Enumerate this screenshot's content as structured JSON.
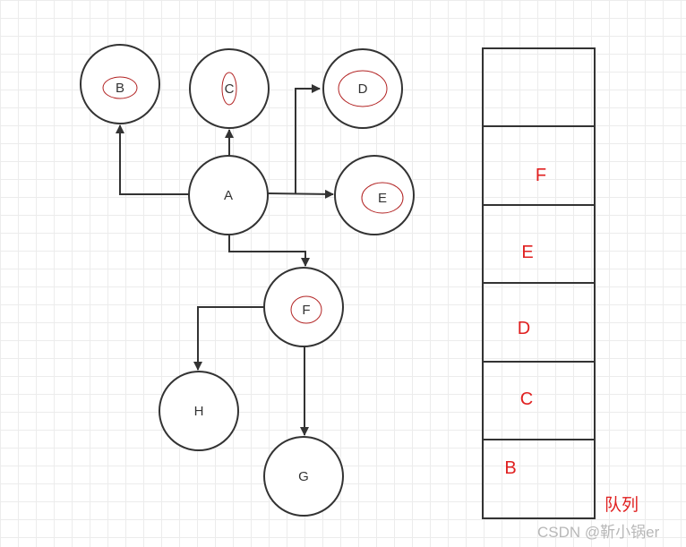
{
  "tree": {
    "nodes": [
      {
        "id": "A",
        "label": "A",
        "visited": false
      },
      {
        "id": "B",
        "label": "B",
        "visited": true
      },
      {
        "id": "C",
        "label": "C",
        "visited": true
      },
      {
        "id": "D",
        "label": "D",
        "visited": true
      },
      {
        "id": "E",
        "label": "E",
        "visited": true
      },
      {
        "id": "F",
        "label": "F",
        "visited": true
      },
      {
        "id": "G",
        "label": "G",
        "visited": false
      },
      {
        "id": "H",
        "label": "H",
        "visited": false
      }
    ],
    "edges": [
      {
        "from": "A",
        "to": "B"
      },
      {
        "from": "A",
        "to": "C"
      },
      {
        "from": "A",
        "to": "D"
      },
      {
        "from": "A",
        "to": "E"
      },
      {
        "from": "A",
        "to": "F"
      },
      {
        "from": "F",
        "to": "H"
      },
      {
        "from": "F",
        "to": "G"
      }
    ]
  },
  "queue": {
    "title": "队列",
    "cells": [
      "",
      "F",
      "E",
      "D",
      "C",
      "B"
    ]
  },
  "watermark": "CSDN @靳小锅er",
  "colors": {
    "stroke": "#333333",
    "highlight": "#b22222",
    "queue_text": "#e02020"
  }
}
